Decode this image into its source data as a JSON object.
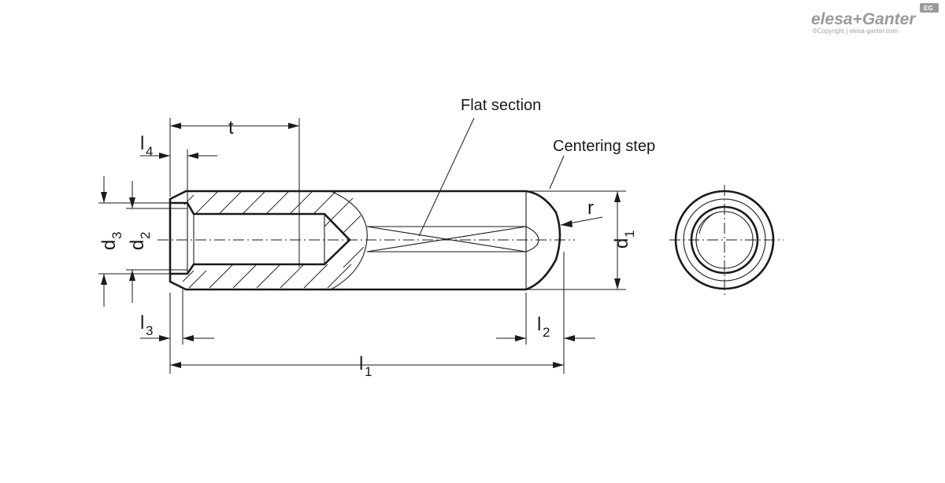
{
  "logo": {
    "brand": "elesa+Ganter",
    "badge": "EG",
    "copyright": "©Copyright | elesa-ganter.com"
  },
  "annotations": {
    "flat_section": "Flat section",
    "centering_step": "Centering step"
  },
  "dimensions": {
    "t": "t",
    "l4": {
      "base": "l",
      "sub": "4"
    },
    "l3": {
      "base": "l",
      "sub": "3"
    },
    "l2": {
      "base": "l",
      "sub": "2"
    },
    "l1": {
      "base": "l",
      "sub": "1"
    },
    "d3": {
      "base": "d",
      "sub": "3"
    },
    "d2": {
      "base": "d",
      "sub": "2"
    },
    "d1": {
      "base": "d",
      "sub": "1"
    },
    "r": "r"
  }
}
